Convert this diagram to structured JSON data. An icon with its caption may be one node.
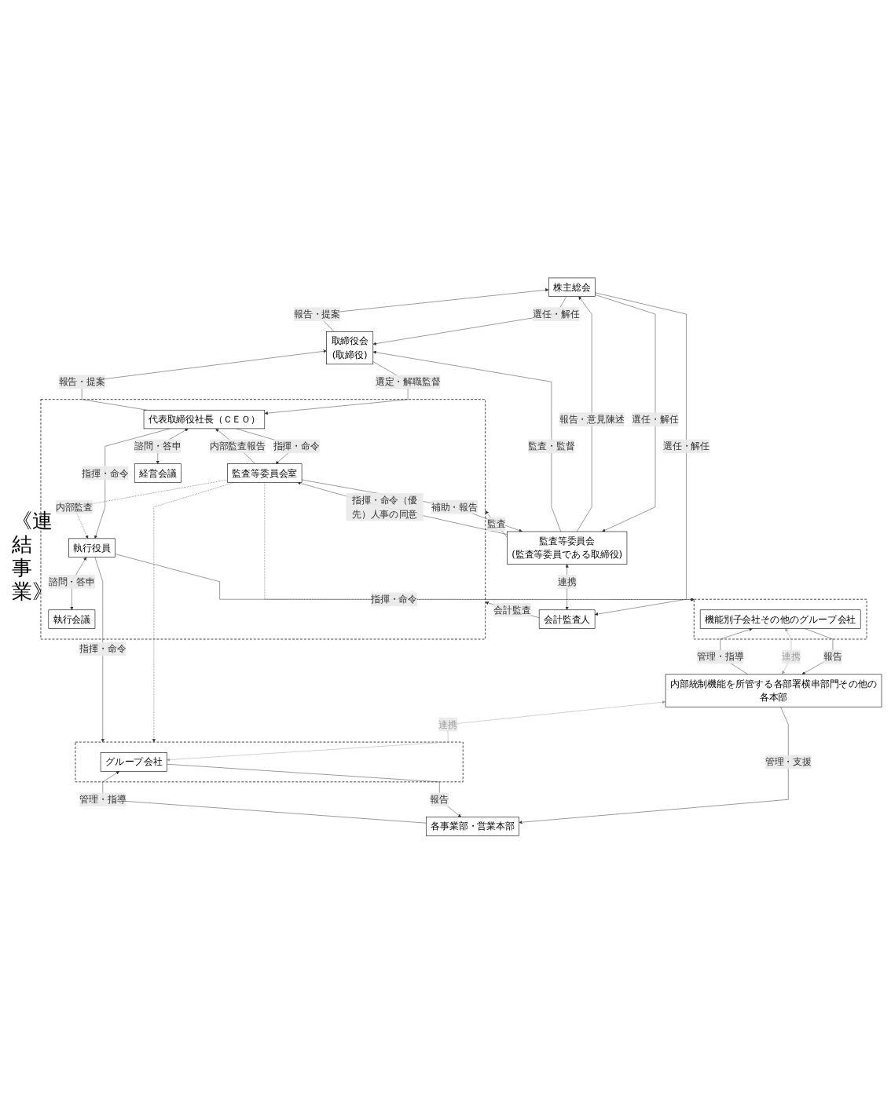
{
  "diagram": {
    "nodes": [
      {
        "text": [
          "株主総会"
        ]
      },
      {
        "text": [
          "取締役会",
          "(取締役)"
        ]
      },
      {
        "text": [
          "監査等委員会",
          "(監査等委員である取締役)"
        ]
      },
      {
        "text": [
          "会計監査人"
        ]
      },
      {
        "text": [],
        "shape": "box"
      },
      {
        "text": [
          "代表取締役社長（ＣＥＯ）"
        ],
        "in": 4
      },
      {
        "text": [
          "監査等委員会室"
        ],
        "in": 4
      },
      {
        "text": [
          "経営会議"
        ],
        "in": 4
      },
      {
        "text": [
          "執行役員"
        ],
        "in": 4
      },
      {
        "text": [
          "執行会議"
        ],
        "in": 4
      },
      {
        "text": [],
        "shape": "box"
      },
      {
        "text": [
          "各事業部・営業本部"
        ]
      },
      {
        "text": [
          "グループ会社"
        ],
        "in": 10
      },
      {
        "text": [],
        "shape": "box"
      },
      {
        "text": [
          "内部統制機能を所管する各部署横串部門その他の",
          "各本部"
        ]
      },
      {
        "text": [
          "機能別子会社その他のグループ会社"
        ],
        "in": 13
      }
    ],
    "edges": [
      {
        "from": 0,
        "to": 1,
        "arrow": "to",
        "label": "選任・解任"
      },
      {
        "from": 1,
        "to": 0,
        "arrow": "to",
        "label": "報告・提案"
      },
      {
        "from": 0,
        "to": 2,
        "arrow": "to",
        "label": "選任・解任"
      },
      {
        "from": 2,
        "to": 0,
        "arrow": "to",
        "label": "報告・意見陳述"
      },
      {
        "from": 0,
        "to": 3,
        "arrow": "to",
        "label": "選任・解任"
      },
      {
        "from": 2,
        "to": 1,
        "arrow": "to",
        "label": "監査・監督"
      },
      {
        "from": 2,
        "to": 3,
        "arrow": "both",
        "label": "連携"
      },
      {
        "from": 1,
        "to": 5,
        "arrow": "to",
        "label": "選定・解職監督"
      },
      {
        "from": 5,
        "to": 1,
        "arrow": "to",
        "label": "報告・提案"
      },
      {
        "from": 2,
        "to": 4,
        "arrow": "to",
        "label": "監査"
      },
      {
        "from": 2,
        "to": 6,
        "arrow": "to",
        "label": "指揮・命令（優先）人事の同意"
      },
      {
        "from": 6,
        "to": 2,
        "arrow": "to",
        "label": "補助・報告"
      },
      {
        "from": 5,
        "to": 6,
        "arrow": "to",
        "label": "指揮・命令"
      },
      {
        "from": 6,
        "to": 5,
        "arrow": "to",
        "label": "内部監査報告"
      },
      {
        "from": 5,
        "to": 7,
        "arrow": "both",
        "label": "諮問・答申"
      },
      {
        "from": 5,
        "to": 8,
        "arrow": "to",
        "label": "指揮・命令"
      },
      {
        "from": 3,
        "to": 4,
        "arrow": "to",
        "label": "会計監査"
      },
      {
        "from": 6,
        "to": 8,
        "arrow": "to",
        "label": "内部監査",
        "style": "dashed"
      },
      {
        "from": 6,
        "to": 10,
        "arrow": "to",
        "style": "dashed"
      },
      {
        "from": 6,
        "to": 13,
        "arrow": "to",
        "style": "dashed"
      },
      {
        "from": 8,
        "to": 9,
        "arrow": "both",
        "label": "諮問・答申"
      },
      {
        "from": 8,
        "to": 10,
        "arrow": "to",
        "label": "指揮・命令"
      },
      {
        "from": 8,
        "to": 13,
        "arrow": "to",
        "label": "指揮・命令"
      },
      {
        "from": 14,
        "to": 11,
        "arrow": "to",
        "label": "管理・支援"
      },
      {
        "from": 11,
        "to": 12,
        "arrow": "to",
        "label": "管理・指導"
      },
      {
        "from": 12,
        "to": 11,
        "arrow": "to",
        "label": "報告"
      },
      {
        "from": 14,
        "to": 12,
        "arrow": "both",
        "label": "連携",
        "color": "#a0a0a0"
      },
      {
        "from": 14,
        "to": 15,
        "arrow": "both",
        "label": "連携",
        "color": "#a0a0a0"
      },
      {
        "from": 14,
        "to": 15,
        "arrow": "to",
        "label": "管理・指導"
      },
      {
        "from": 15,
        "to": 14,
        "arrow": "to",
        "label": "報告"
      }
    ],
    "labels": [
      "《連結事業》"
    ]
  }
}
